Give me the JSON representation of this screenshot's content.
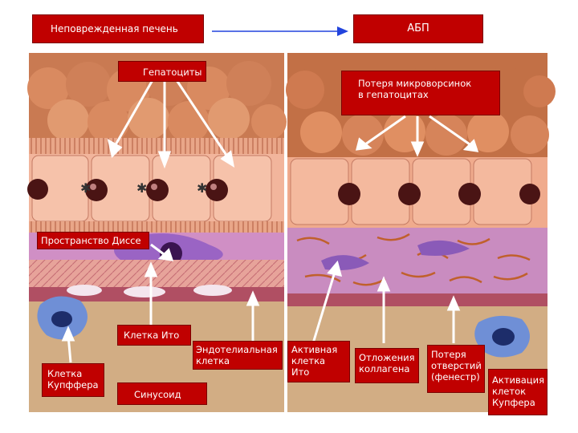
{
  "header": {
    "left_title": "Неповрежденная печень",
    "right_title": "АБП"
  },
  "labels": {
    "hepatocytes": "Гепатоциты",
    "microvilli_loss": "Потеря микроворсинок\n   в гепатоцитах",
    "disse_space": "Пространство Диссе",
    "ito_cell": "Клетка Ито",
    "kupffer_cell": "Клетка\nКупффера",
    "sinusoid": "Синусоид",
    "endothelial_cell": "Эндотелиальная\nклетка",
    "active_ito": "Активная\nклетка\nИто",
    "collagen_deposits": "Отложения\nколлагена",
    "fenestrae_loss": "Потеря\nотверстий\n(фенестр)",
    "kupffer_activation": "Активация\nклеток\nКупфера"
  },
  "colors": {
    "label_bg": "#c00000",
    "label_text": "#ffffff",
    "arrow": "#2244dd",
    "cell_pink": "#f2b59c",
    "nucleus": "#4a1414",
    "purple": "#8a5ab8",
    "kupffer_blue": "#6f8fd6"
  }
}
